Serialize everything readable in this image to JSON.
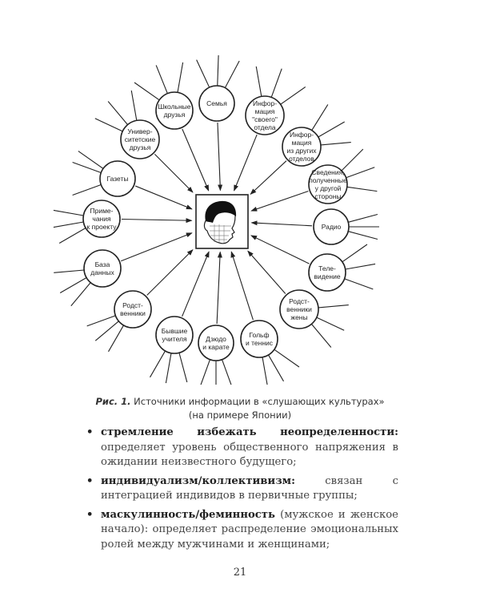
{
  "figure": {
    "nodes": [
      {
        "id": "school-friends",
        "lines": [
          "Школьные",
          "друзья"
        ]
      },
      {
        "id": "family",
        "lines": [
          "Семья"
        ]
      },
      {
        "id": "own-department",
        "lines": [
          "Инфор-",
          "мация",
          "\"своего\"",
          "отдела"
        ]
      },
      {
        "id": "other-departments",
        "lines": [
          "Инфор-",
          "мация",
          "из других",
          "отделов"
        ]
      },
      {
        "id": "other-side",
        "lines": [
          "Сведения,",
          "полученные",
          "у другой",
          "стороны"
        ]
      },
      {
        "id": "radio",
        "lines": [
          "Радио"
        ]
      },
      {
        "id": "tv",
        "lines": [
          "Теле-",
          "видение"
        ]
      },
      {
        "id": "wife-relatives",
        "lines": [
          "Родст-",
          "венники",
          "жены"
        ]
      },
      {
        "id": "golf-tennis",
        "lines": [
          "Гольф",
          "и теннис"
        ]
      },
      {
        "id": "judo-karate",
        "lines": [
          "Дзюдо",
          "и карате"
        ]
      },
      {
        "id": "former-teachers",
        "lines": [
          "Бывшие",
          "учителя"
        ]
      },
      {
        "id": "relatives",
        "lines": [
          "Родст-",
          "венники"
        ]
      },
      {
        "id": "database",
        "lines": [
          "База",
          "данных"
        ]
      },
      {
        "id": "project-notes",
        "lines": [
          "Приме-",
          "чания",
          "к проекту"
        ]
      },
      {
        "id": "newspapers",
        "lines": [
          "Газеты"
        ]
      },
      {
        "id": "university-friends",
        "lines": [
          "Универ-",
          "ситетские",
          "друзья"
        ]
      }
    ]
  },
  "caption": {
    "fig_num": "Рис. 1.",
    "line1": "Источники информации в «слушающих культурах»",
    "line2": "(на примере Японии)"
  },
  "bullets": [
    {
      "marker": "•",
      "term": "стремление избежать неопределенности:",
      "text": " определяет уровень общественного напряжения в ожидании неизвестного будущего;"
    },
    {
      "marker": "•",
      "term": "индивидуализм/коллективизм:",
      "text": " связан с интеграцией индивидов в первичные группы;"
    },
    {
      "marker": "•",
      "term": "маскулинность/феминность",
      "text": " (мужское и женское начало): определяет распределение эмоциональных ролей между мужчинами и женщинами;"
    }
  ],
  "page_number": "21"
}
